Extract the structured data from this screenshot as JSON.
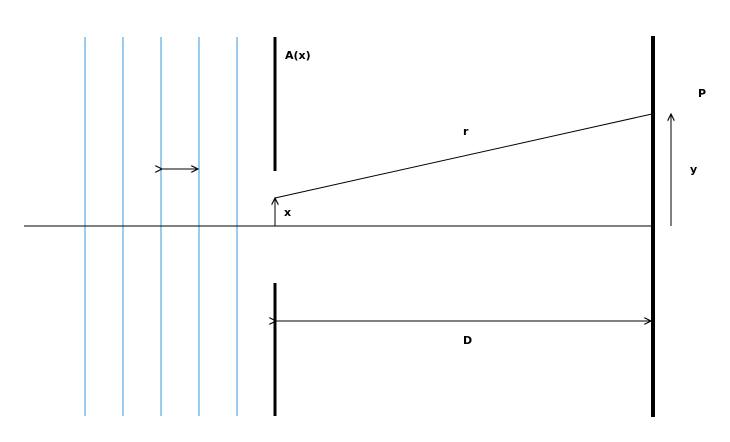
{
  "labels": {
    "aperture": "A(x)",
    "path_length": "r",
    "point": "P",
    "screen_height": "y",
    "slit_offset": "x",
    "distance": "D"
  },
  "colors": {
    "wavefront": "#3399dd",
    "ink": "#000000",
    "background": "#ffffff"
  },
  "wavefront_count": 5
}
